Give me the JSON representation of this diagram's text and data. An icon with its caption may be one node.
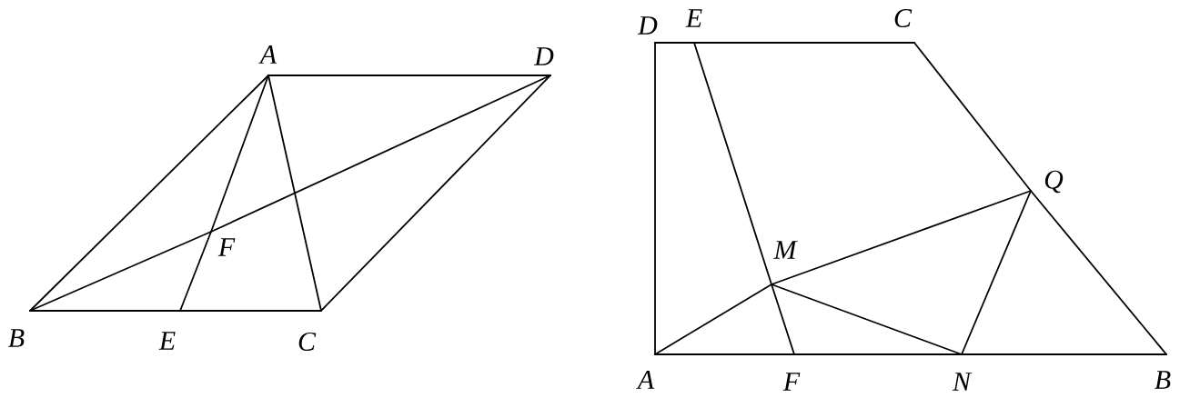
{
  "diagram": {
    "nodes": [
      {
        "text": [
          "A"
        ]
      },
      {
        "text": [
          "D"
        ]
      },
      {
        "text": [
          "B"
        ]
      },
      {
        "text": [
          "E"
        ]
      },
      {
        "text": [
          "C"
        ]
      },
      {
        "text": [
          "F"
        ]
      },
      {
        "text": [
          "D"
        ]
      },
      {
        "text": [
          "E"
        ]
      },
      {
        "text": [
          "C"
        ]
      },
      {
        "text": [
          "Q"
        ]
      },
      {
        "text": [
          "M"
        ]
      },
      {
        "text": [
          "A"
        ]
      },
      {
        "text": [
          "F"
        ]
      },
      {
        "text": [
          "N"
        ]
      },
      {
        "text": [
          "B"
        ]
      }
    ],
    "edges": [
      {
        "from": 0,
        "to": 1,
        "arrow": "none"
      },
      {
        "from": 0,
        "to": 2,
        "arrow": "none"
      },
      {
        "from": 2,
        "to": 3,
        "arrow": "none"
      },
      {
        "from": 3,
        "to": 4,
        "arrow": "none"
      },
      {
        "from": 4,
        "to": 1,
        "arrow": "none"
      },
      {
        "from": 0,
        "to": 4,
        "arrow": "none"
      },
      {
        "from": 0,
        "to": 5,
        "arrow": "none"
      },
      {
        "from": 5,
        "to": 3,
        "arrow": "none"
      },
      {
        "from": 2,
        "to": 5,
        "arrow": "none"
      },
      {
        "from": 5,
        "to": 1,
        "arrow": "none"
      },
      {
        "from": 6,
        "to": 7,
        "arrow": "none"
      },
      {
        "from": 7,
        "to": 8,
        "arrow": "none"
      },
      {
        "from": 8,
        "to": 9,
        "arrow": "none"
      },
      {
        "from": 9,
        "to": 14,
        "arrow": "none"
      },
      {
        "from": 6,
        "to": 11,
        "arrow": "none"
      },
      {
        "from": 11,
        "to": 12,
        "arrow": "none"
      },
      {
        "from": 12,
        "to": 13,
        "arrow": "none"
      },
      {
        "from": 13,
        "to": 14,
        "arrow": "none"
      },
      {
        "from": 7,
        "to": 10,
        "arrow": "none"
      },
      {
        "from": 10,
        "to": 12,
        "arrow": "none"
      },
      {
        "from": 11,
        "to": 10,
        "arrow": "none"
      },
      {
        "from": 10,
        "to": 9,
        "arrow": "none"
      },
      {
        "from": 10,
        "to": 13,
        "arrow": "none"
      },
      {
        "from": 13,
        "to": 9,
        "arrow": "none"
      }
    ]
  }
}
